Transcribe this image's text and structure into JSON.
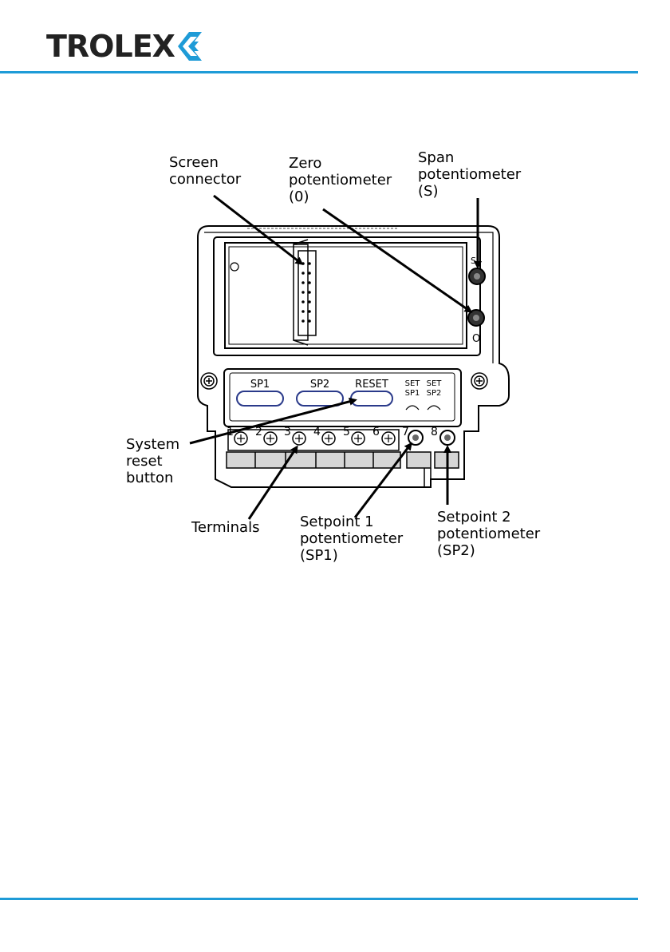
{
  "brand": {
    "logo_text": "TROLEX",
    "accent_color": "#1E9BD7",
    "text_color": "#222222"
  },
  "diagram": {
    "labels": {
      "screen_connector": [
        "Screen",
        "connector"
      ],
      "zero_potentiometer": [
        "Zero",
        "potentiometer",
        "(0)"
      ],
      "span_potentiometer": [
        "Span",
        "potentiometer",
        "(S)"
      ],
      "system_reset_button": [
        "System",
        "reset",
        "button"
      ],
      "terminals": [
        "Terminals"
      ],
      "setpoint1_potentiometer": [
        "Setpoint 1",
        "potentiometer",
        "(SP1)"
      ],
      "setpoint2_potentiometer": [
        "Setpoint 2",
        "potentiometer",
        "(SP2)"
      ]
    },
    "panel": {
      "sp1_button": "SP1",
      "sp2_button": "SP2",
      "reset_button": "RESET",
      "set_sp1_top": "SET",
      "set_sp1_bottom": "SP1",
      "set_sp2_top": "SET",
      "set_sp2_bottom": "SP2",
      "span_marker": "S",
      "zero_marker": "O",
      "terminal_numbers": [
        "1",
        "2",
        "3",
        "4",
        "5",
        "6",
        "7",
        "8"
      ]
    }
  }
}
